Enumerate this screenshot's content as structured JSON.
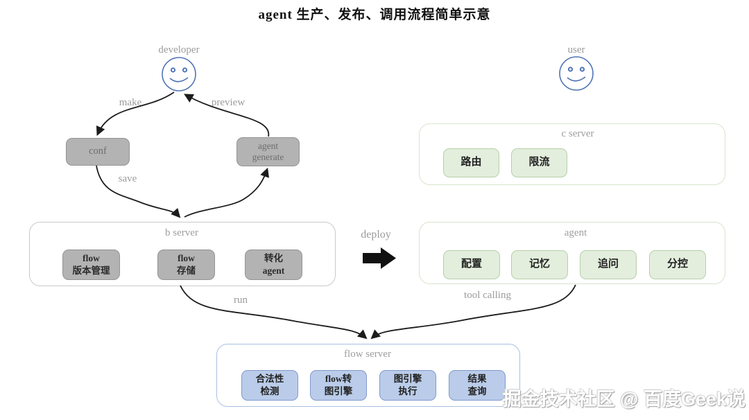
{
  "title": "agent 生产、发布、调用流程简单示意",
  "actors": {
    "developer": "developer",
    "user": "user"
  },
  "edge_labels": {
    "make": "make",
    "preview": "preview",
    "save": "save",
    "deploy": "deploy",
    "run": "run",
    "tool_calling": "tool calling"
  },
  "nodes": {
    "conf": "conf",
    "agent_generate": "agent\ngenerate"
  },
  "containers": {
    "b_server": {
      "title": "b server",
      "items": [
        "flow\n版本管理",
        "flow\n存储",
        "转化\nagent"
      ]
    },
    "c_server": {
      "title": "c server",
      "items": [
        "路由",
        "限流"
      ]
    },
    "agent": {
      "title": "agent",
      "items": [
        "配置",
        "记忆",
        "追问",
        "分控"
      ]
    },
    "flow_server": {
      "title": "flow server",
      "items": [
        "合法性\n检测",
        "flow转\n图引擎",
        "图引擎\n执行",
        "结果\n查询"
      ]
    }
  },
  "colors": {
    "gray_box_fill": "#b3b3b3",
    "gray_box_border": "#949494",
    "gray_container_border": "#c9c9c9",
    "green_box_fill": "#e3eedd",
    "green_box_border": "#b7cfa8",
    "green_container_border": "#d8e4cc",
    "blue_box_fill": "#bacce9",
    "blue_box_border": "#8099cc",
    "blue_container_border": "#a9c0e2",
    "label_gray": "#9b9b9b",
    "smiley_blue": "#4f74b5",
    "arrow_black": "#1c1c1c"
  },
  "watermark": "掘金技术社区 @ 百度Geek说"
}
